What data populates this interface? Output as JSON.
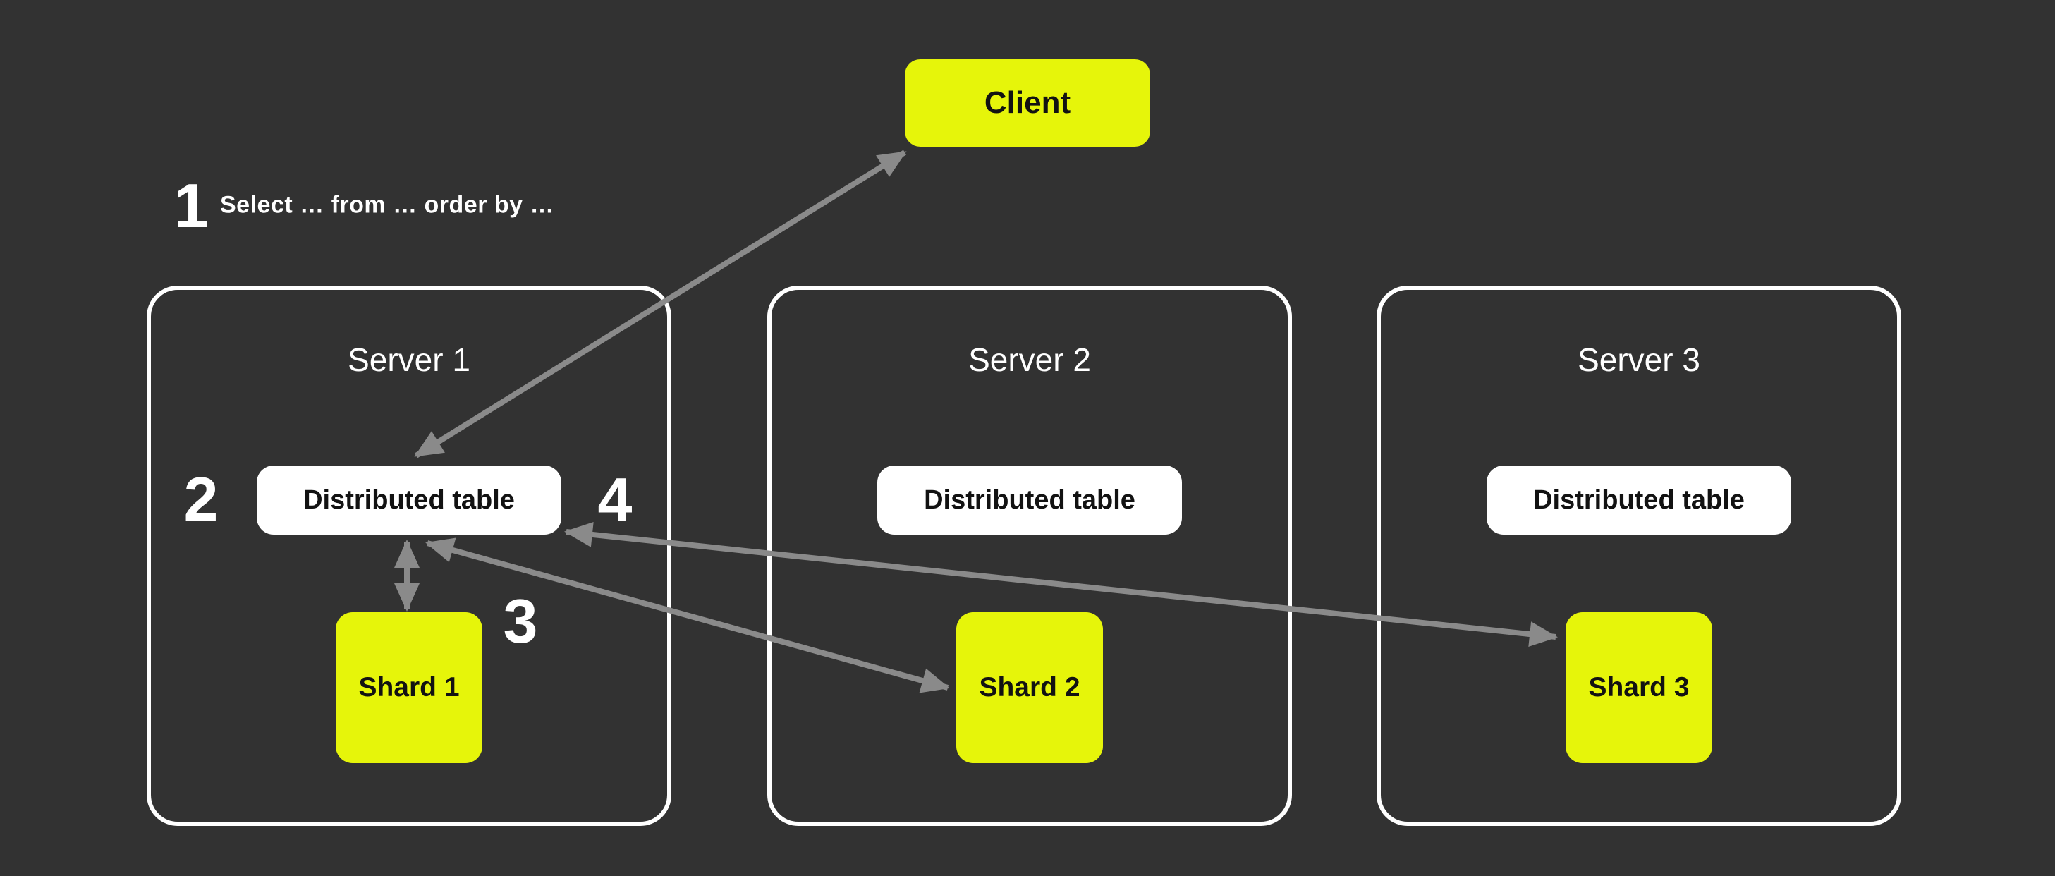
{
  "colors": {
    "background": "#323232",
    "surface_white": "#FFFFFF",
    "accent_yellow": "#E6F50A",
    "arrow_gray": "#8A8A8A",
    "text_dark": "#121212",
    "text_light": "#FFFFFF"
  },
  "client": {
    "label": "Client"
  },
  "annotations": {
    "step1": {
      "number": "1",
      "text": "Select … from … order by …"
    },
    "step2": {
      "number": "2"
    },
    "step3": {
      "number": "3"
    },
    "step4": {
      "number": "4"
    }
  },
  "servers": [
    {
      "title": "Server 1",
      "distributed_table_label": "Distributed table",
      "shard_label": "Shard 1"
    },
    {
      "title": "Server 2",
      "distributed_table_label": "Distributed table",
      "shard_label": "Shard 2"
    },
    {
      "title": "Server 3",
      "distributed_table_label": "Distributed table",
      "shard_label": "Shard 3"
    }
  ],
  "arrows": [
    {
      "name": "client-distributed-table-1",
      "from": "distributed-table-1",
      "to": "client",
      "bidirectional": true
    },
    {
      "name": "distributed-table-1-shard-1",
      "from": "distributed-table-1",
      "to": "shard-1",
      "bidirectional": true
    },
    {
      "name": "distributed-table-1-shard-2",
      "from": "distributed-table-1",
      "to": "shard-2",
      "bidirectional": true
    },
    {
      "name": "distributed-table-1-shard-3",
      "from": "distributed-table-1",
      "to": "shard-3",
      "bidirectional": true
    }
  ]
}
